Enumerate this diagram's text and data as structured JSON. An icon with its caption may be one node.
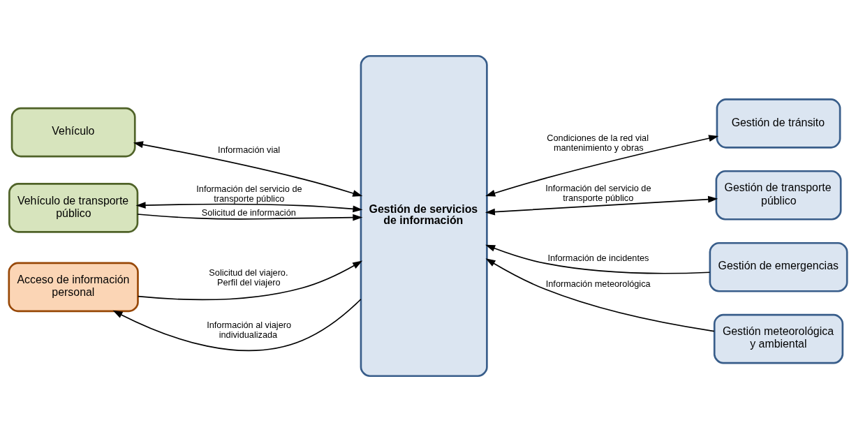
{
  "diagram": {
    "nodes": [
      {
        "text": [
          "Vehículo"
        ]
      },
      {
        "text": [
          "Vehículo de transporte público"
        ]
      },
      {
        "text": [
          "Acceso de información personal"
        ]
      },
      {
        "text": [
          "Gestión de servicios de información"
        ]
      },
      {
        "text": [
          "Gestión de tránsito"
        ]
      },
      {
        "text": [
          "Gestión de transporte público"
        ]
      },
      {
        "text": [
          "Gestión de emergencias"
        ]
      },
      {
        "text": [
          "Gestión meteorológica y ambiental"
        ]
      }
    ],
    "edges": [
      {
        "from": 0,
        "to": 3,
        "arrow": "both",
        "label": "Información vial"
      },
      {
        "from": 1,
        "to": 3,
        "arrow": "both",
        "label": "Información del servicio de transporte público"
      },
      {
        "from": 1,
        "to": 3,
        "arrow": "to",
        "label": "Solicitud de información"
      },
      {
        "from": 3,
        "to": 2,
        "arrow": "to",
        "label": "Información al viajero individualizada"
      },
      {
        "from": 2,
        "to": 3,
        "arrow": "to",
        "label": "Solicitud del viajero. Perfil del viajero"
      },
      {
        "from": 3,
        "to": 4,
        "arrow": "both",
        "label": "Condiciones de la red vial mantenimiento y obras"
      },
      {
        "from": 3,
        "to": 5,
        "arrow": "both",
        "label": "Información del servicio de transporte público"
      },
      {
        "from": 6,
        "to": 3,
        "arrow": "to",
        "label": "Información de incidentes"
      },
      {
        "from": 7,
        "to": 3,
        "arrow": "to",
        "label": "Información meteorológica"
      }
    ]
  }
}
